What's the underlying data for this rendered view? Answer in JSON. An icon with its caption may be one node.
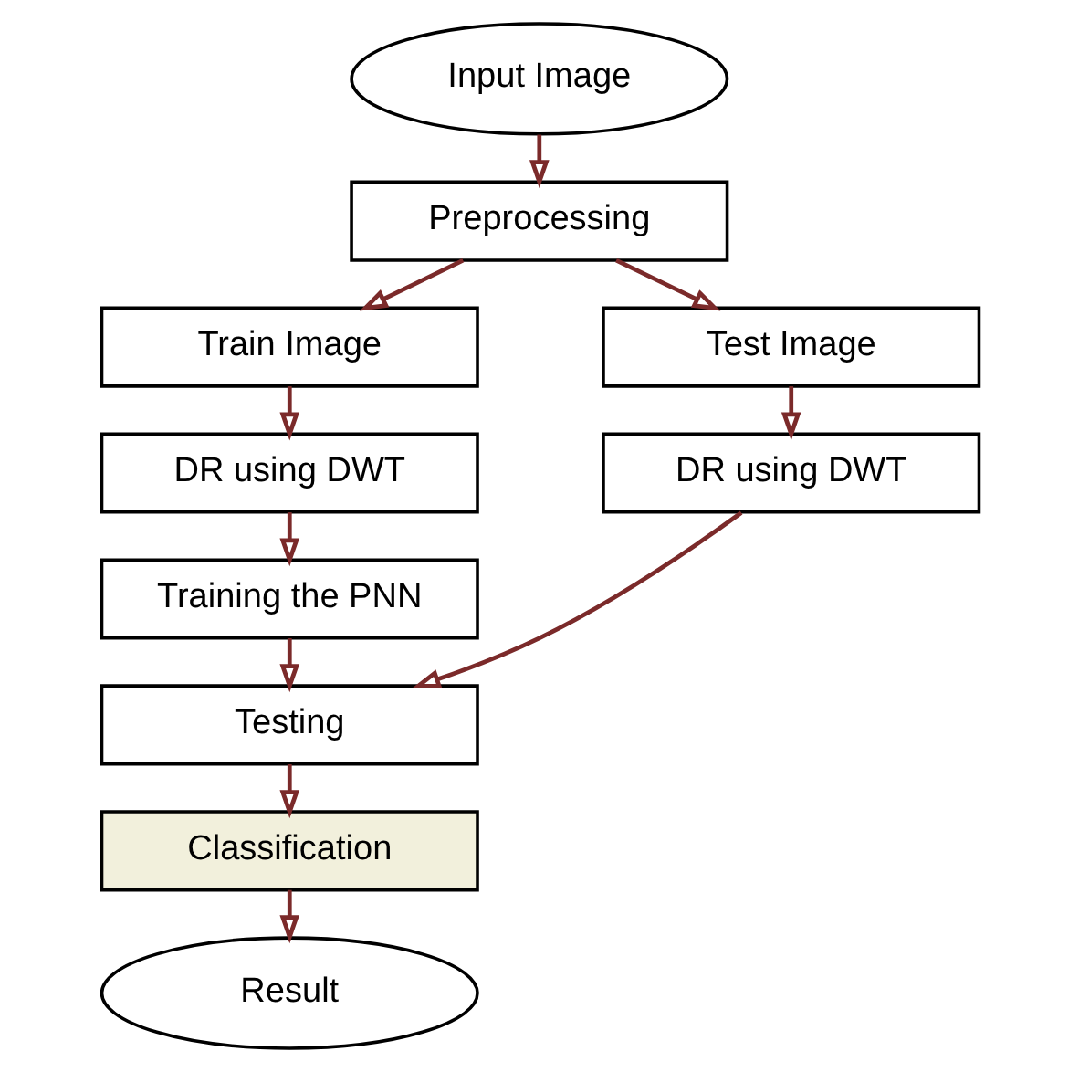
{
  "diagram": {
    "nodes": [
      {
        "text": [
          "Input Image"
        ]
      },
      {
        "text": [
          "Preprocessing"
        ]
      },
      {
        "text": [
          "Train Image"
        ]
      },
      {
        "text": [
          "Test Image"
        ]
      },
      {
        "text": [
          "DR using DWT"
        ]
      },
      {
        "text": [
          "DR using DWT"
        ]
      },
      {
        "text": [
          "Training the PNN"
        ]
      },
      {
        "text": [
          "Testing"
        ]
      },
      {
        "text": [
          "Classification"
        ]
      },
      {
        "text": [
          "Result"
        ]
      }
    ],
    "edges": [
      {
        "from": 0,
        "to": 1,
        "arrow": "to"
      },
      {
        "from": 1,
        "to": 2,
        "arrow": "to"
      },
      {
        "from": 1,
        "to": 3,
        "arrow": "to"
      },
      {
        "from": 2,
        "to": 4,
        "arrow": "to"
      },
      {
        "from": 3,
        "to": 5,
        "arrow": "to"
      },
      {
        "from": 4,
        "to": 6,
        "arrow": "to"
      },
      {
        "from": 6,
        "to": 7,
        "arrow": "to"
      },
      {
        "from": 5,
        "to": 7,
        "arrow": "to"
      },
      {
        "from": 7,
        "to": 8,
        "arrow": "to"
      },
      {
        "from": 8,
        "to": 9,
        "arrow": "to"
      }
    ]
  }
}
